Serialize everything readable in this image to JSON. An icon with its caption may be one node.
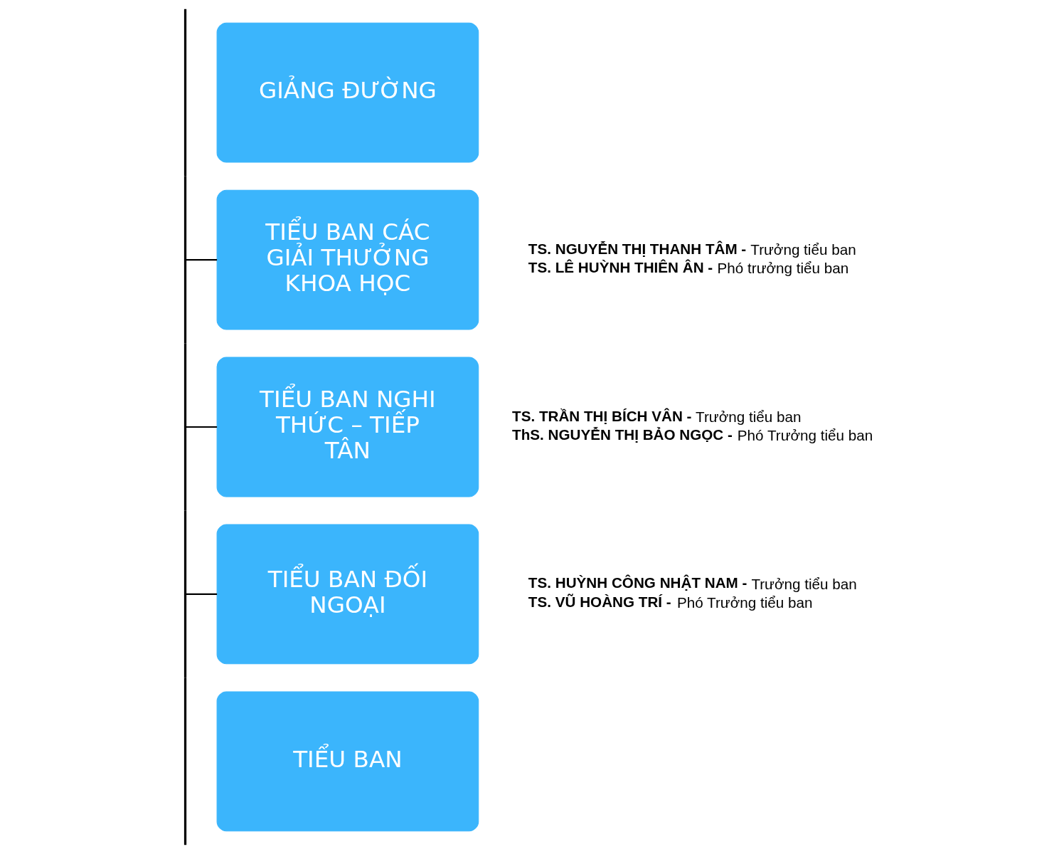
{
  "diagram": {
    "nodes": [
      {
        "text": [],
        "shape": "bar"
      },
      {
        "text": [
          "GIẢNG ĐƯỜNG"
        ]
      },
      {
        "text": [
          "TIỂU BAN CÁC GIẢI THƯỞNG KHOA HỌC"
        ],
        "beside": [
          "**TS. NGUYỄN THỊ THANH TÂM -** Trưởng tiểu ban",
          "**TS. LÊ HUỲNH THIÊN ÂN -** Phó trưởng tiểu ban"
        ]
      },
      {
        "text": [
          "TIỂU BAN NGHI THỨC – TIẾP TÂN"
        ],
        "beside": [
          "**TS. TRẦN THỊ BÍCH VÂN -** Trưởng tiểu ban",
          "**ThS. NGUYỄN THỊ BẢO NGỌC -** Phó Trưởng tiểu ban"
        ]
      },
      {
        "text": [
          "TIỂU BAN ĐỐI NGOẠI"
        ],
        "beside": [
          "**TS. HUỲNH CÔNG NHẬT NAM -** Trưởng tiểu ban",
          "**TS. VŨ HOÀNG TRÍ -** Phó Trưởng tiểu ban"
        ]
      },
      {
        "text": [
          "TIỂU BAN"
        ]
      }
    ],
    "edges": [
      {
        "from": 0,
        "to": 2,
        "arrow": "none"
      },
      {
        "from": 0,
        "to": 3,
        "arrow": "none"
      },
      {
        "from": 0,
        "to": 4,
        "arrow": "none"
      }
    ]
  }
}
